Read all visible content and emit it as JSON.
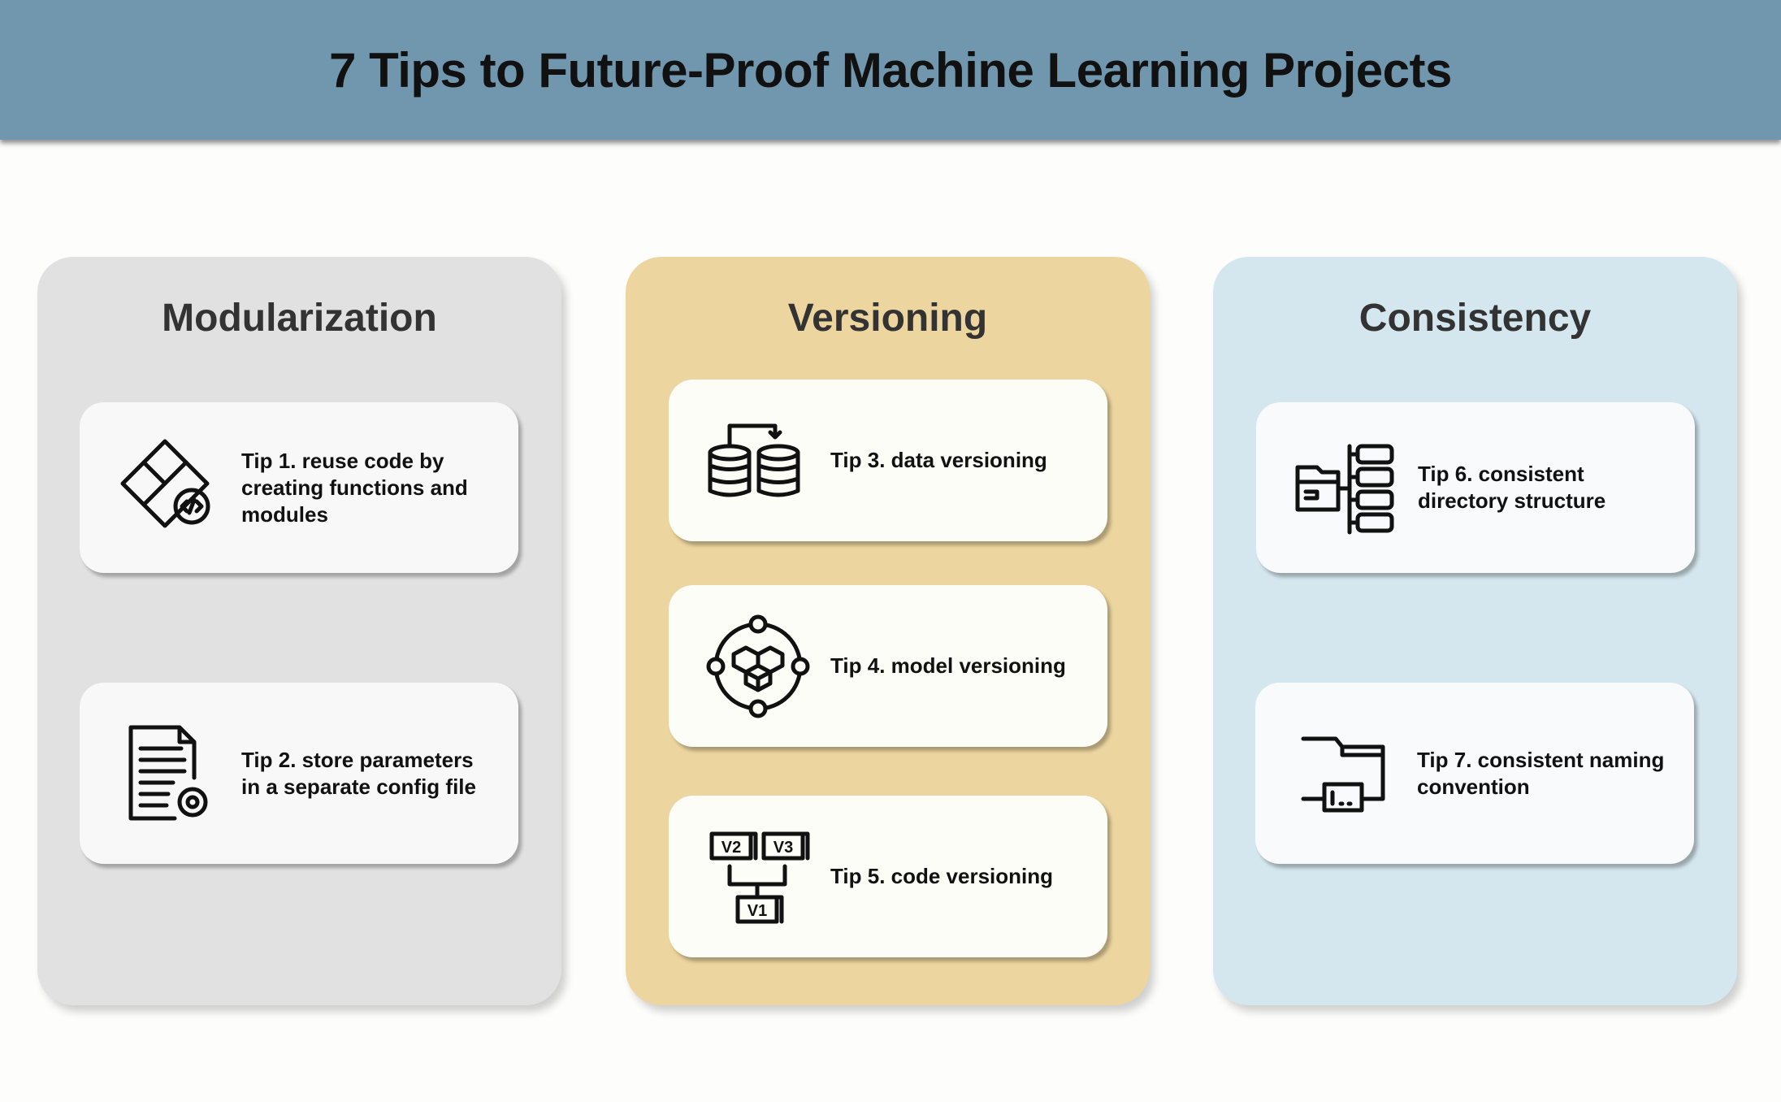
{
  "title": "7 Tips to Future-Proof Machine Learning Projects",
  "colors": {
    "header": "#7097ad",
    "modularization": "#e1e1e1",
    "versioning": "#ecd59f",
    "consistency": "#d4e6ee"
  },
  "columns": [
    {
      "title": "Modularization",
      "tips": [
        {
          "icon": "puzzle-code-icon",
          "text": "Tip 1. reuse code by creating functions and modules"
        },
        {
          "icon": "config-file-gear-icon",
          "text": "Tip 2. store parameters in a separate config file"
        }
      ]
    },
    {
      "title": "Versioning",
      "tips": [
        {
          "icon": "database-copy-icon",
          "text": "Tip 3. data versioning"
        },
        {
          "icon": "model-cubes-cycle-icon",
          "text": "Tip 4. model versioning"
        },
        {
          "icon": "code-versions-icon",
          "text": "Tip 5. code versioning"
        }
      ]
    },
    {
      "title": "Consistency",
      "tips": [
        {
          "icon": "folder-tree-icon",
          "text": "Tip 6. consistent directory structure"
        },
        {
          "icon": "folder-naming-icon",
          "text": "Tip 7. consistent naming convention"
        }
      ]
    }
  ],
  "icon_labels": {
    "v1": "V1",
    "v2": "V2",
    "v3": "V3"
  }
}
